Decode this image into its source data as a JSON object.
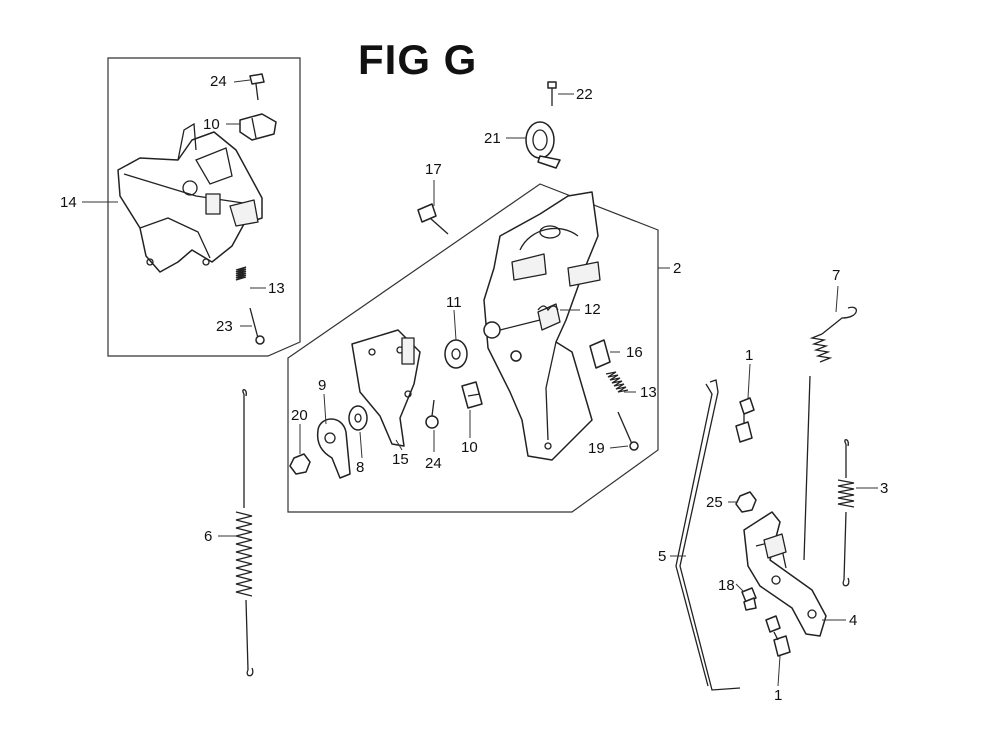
{
  "title": "FIG G",
  "callouts": {
    "c24_top": "24",
    "c10_top": "10",
    "c14": "14",
    "c13_left": "13",
    "c23": "23",
    "c22": "22",
    "c21": "21",
    "c17": "17",
    "c2": "2",
    "c11": "11",
    "c12": "12",
    "c16": "16",
    "c13_right": "13",
    "c9": "9",
    "c20": "20",
    "c8": "8",
    "c15": "15",
    "c24_mid": "24",
    "c10_mid": "10",
    "c19": "19",
    "c7": "7",
    "c1_top": "1",
    "c3": "3",
    "c25": "25",
    "c5": "5",
    "c6": "6",
    "c18": "18",
    "c4": "4",
    "c1_bottom": "1"
  }
}
